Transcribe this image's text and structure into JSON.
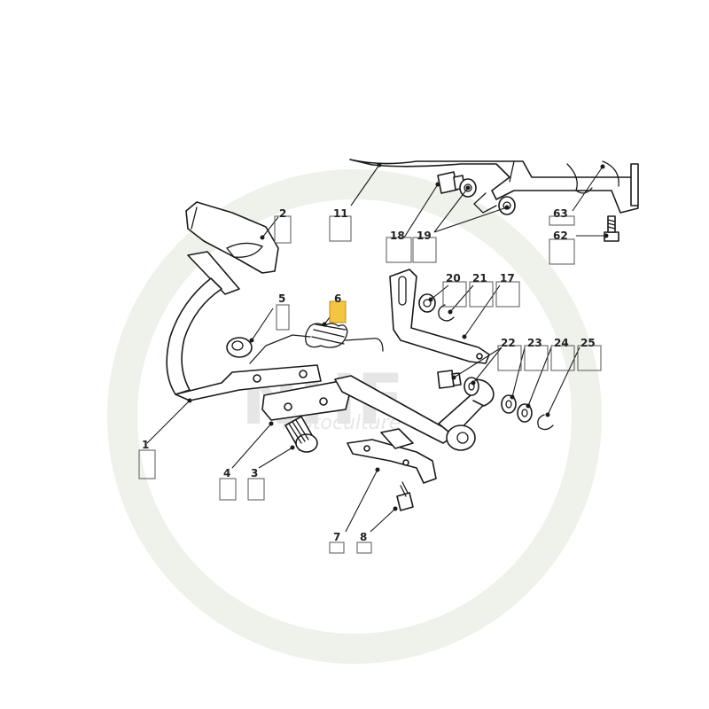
{
  "watermark": {
    "logo_text": "NHF",
    "tagline": "motoculture"
  },
  "highlight_color": "#f5c542",
  "callouts": [
    {
      "id": "1",
      "label": "1"
    },
    {
      "id": "2",
      "label": "2"
    },
    {
      "id": "3",
      "label": "3"
    },
    {
      "id": "4",
      "label": "4"
    },
    {
      "id": "5",
      "label": "5"
    },
    {
      "id": "6",
      "label": "6",
      "highlighted": true
    },
    {
      "id": "7",
      "label": "7"
    },
    {
      "id": "8",
      "label": "8"
    },
    {
      "id": "11",
      "label": "11"
    },
    {
      "id": "17",
      "label": "17"
    },
    {
      "id": "18",
      "label": "18"
    },
    {
      "id": "19",
      "label": "19"
    },
    {
      "id": "20",
      "label": "20"
    },
    {
      "id": "21",
      "label": "21"
    },
    {
      "id": "22",
      "label": "22"
    },
    {
      "id": "23",
      "label": "23"
    },
    {
      "id": "24",
      "label": "24"
    },
    {
      "id": "25",
      "label": "25"
    },
    {
      "id": "62",
      "label": "62"
    },
    {
      "id": "63",
      "label": "63"
    }
  ]
}
